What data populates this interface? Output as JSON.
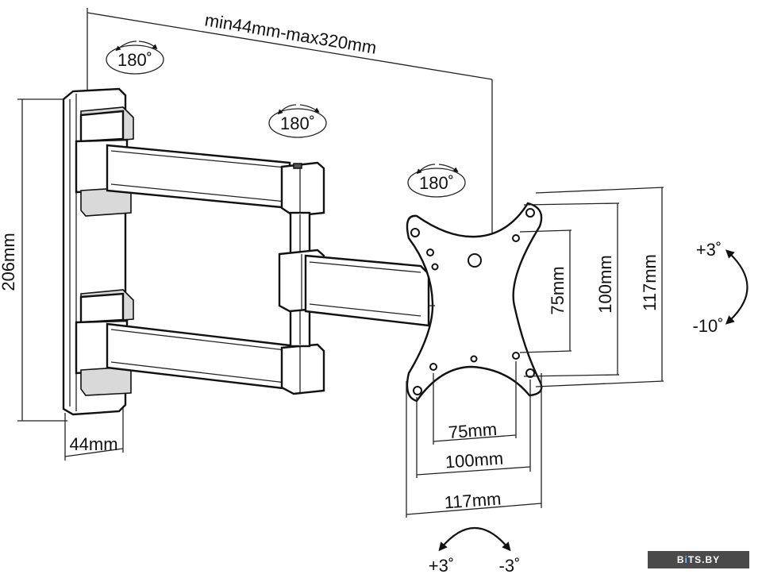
{
  "dimensions": {
    "arm_extension": "min44mm-max320mm",
    "wall_plate_height": "206mm",
    "wall_plate_depth": "44mm",
    "vesa_v_75": "75mm",
    "vesa_v_100": "100mm",
    "vesa_v_117": "117mm",
    "vesa_h_75": "75mm",
    "vesa_h_100": "100mm",
    "vesa_h_117": "117mm"
  },
  "rotations": {
    "wall_pivot": "180˚",
    "middle_pivot": "180˚",
    "head_pivot": "180˚"
  },
  "tilt": {
    "up": "+3˚",
    "down": "-10˚"
  },
  "swivel": {
    "left": "+3˚",
    "right": "-3˚"
  },
  "watermark": {
    "prefix": "B",
    "accent": "i",
    "suffix": "TS.BY"
  }
}
